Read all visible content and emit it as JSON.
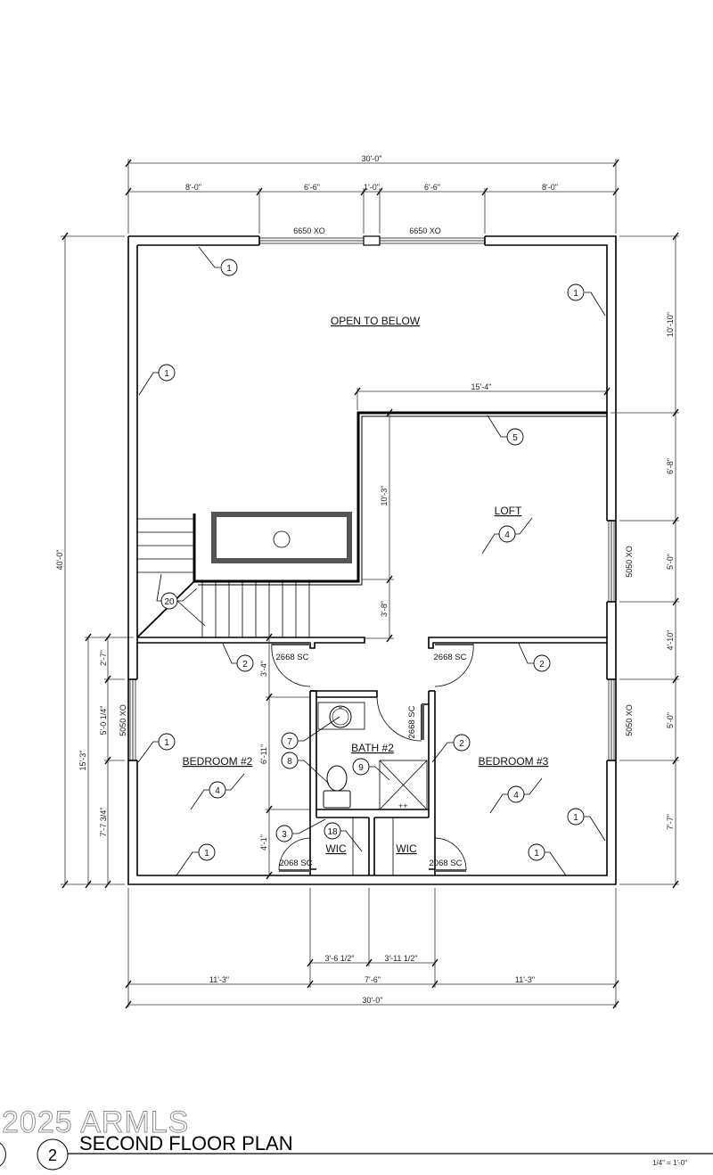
{
  "drawing": {
    "title": "SECOND FLOOR PLAN",
    "view_number": "2",
    "scale": "1/4\" = 1'-0\"",
    "watermark": "2025 ARMLS"
  },
  "rooms": {
    "open_to_below": "OPEN TO BELOW",
    "loft": "LOFT",
    "bedroom2": "BEDROOM #2",
    "bedroom3": "BEDROOM #3",
    "bath2": "BATH #2",
    "wic_left": "WIC",
    "wic_right": "WIC"
  },
  "windows": {
    "top_left": "6650 XO",
    "top_right": "6650 XO",
    "right_loft": "5050 XO",
    "right_bed3": "5050 XO",
    "left_bed2": "5050 XO"
  },
  "doors": {
    "bed2_entry": "2668 SC",
    "bed3_entry": "2668 SC",
    "bath_entry": "2668 SC",
    "wic_left": "2068 SC",
    "wic_right": "2068 SC"
  },
  "dimensions": {
    "top_overall": "30'-0\"",
    "top_segments": [
      "8'-0\"",
      "6'-6\"",
      "1'-0\"",
      "6'-6\"",
      "8'-0\""
    ],
    "loft_width": "15'-4\"",
    "right_segments": [
      "10'-10\"",
      "6'-8\"",
      "5'-0\"",
      "4'-10\"",
      "5'-0\"",
      "7'-7\""
    ],
    "left_overall": "40'-0\"",
    "left_sub_overall": "15'-3\"",
    "left_segments": [
      "2'-7\"",
      "5'-0 1/4\"",
      "7'-7 3/4\""
    ],
    "interior_vertical": [
      "10'-3\"",
      "3'-8\""
    ],
    "bath_wall_vertical": [
      "3'-4\"",
      "6'-11\"",
      "4'-1\""
    ],
    "bottom_inner": [
      "3'-6 1/2\"",
      "3'-11 1/2\""
    ],
    "bottom_segments": [
      "11'-3\"",
      "7'-6\"",
      "11'-3\""
    ],
    "bottom_overall": "30'-0\""
  },
  "keynotes": {
    "k1": "1",
    "k2": "2",
    "k3": "3",
    "k4": "4",
    "k5": "5",
    "k7": "7",
    "k8": "8",
    "k9": "9",
    "k18": "18",
    "k20": "20"
  }
}
